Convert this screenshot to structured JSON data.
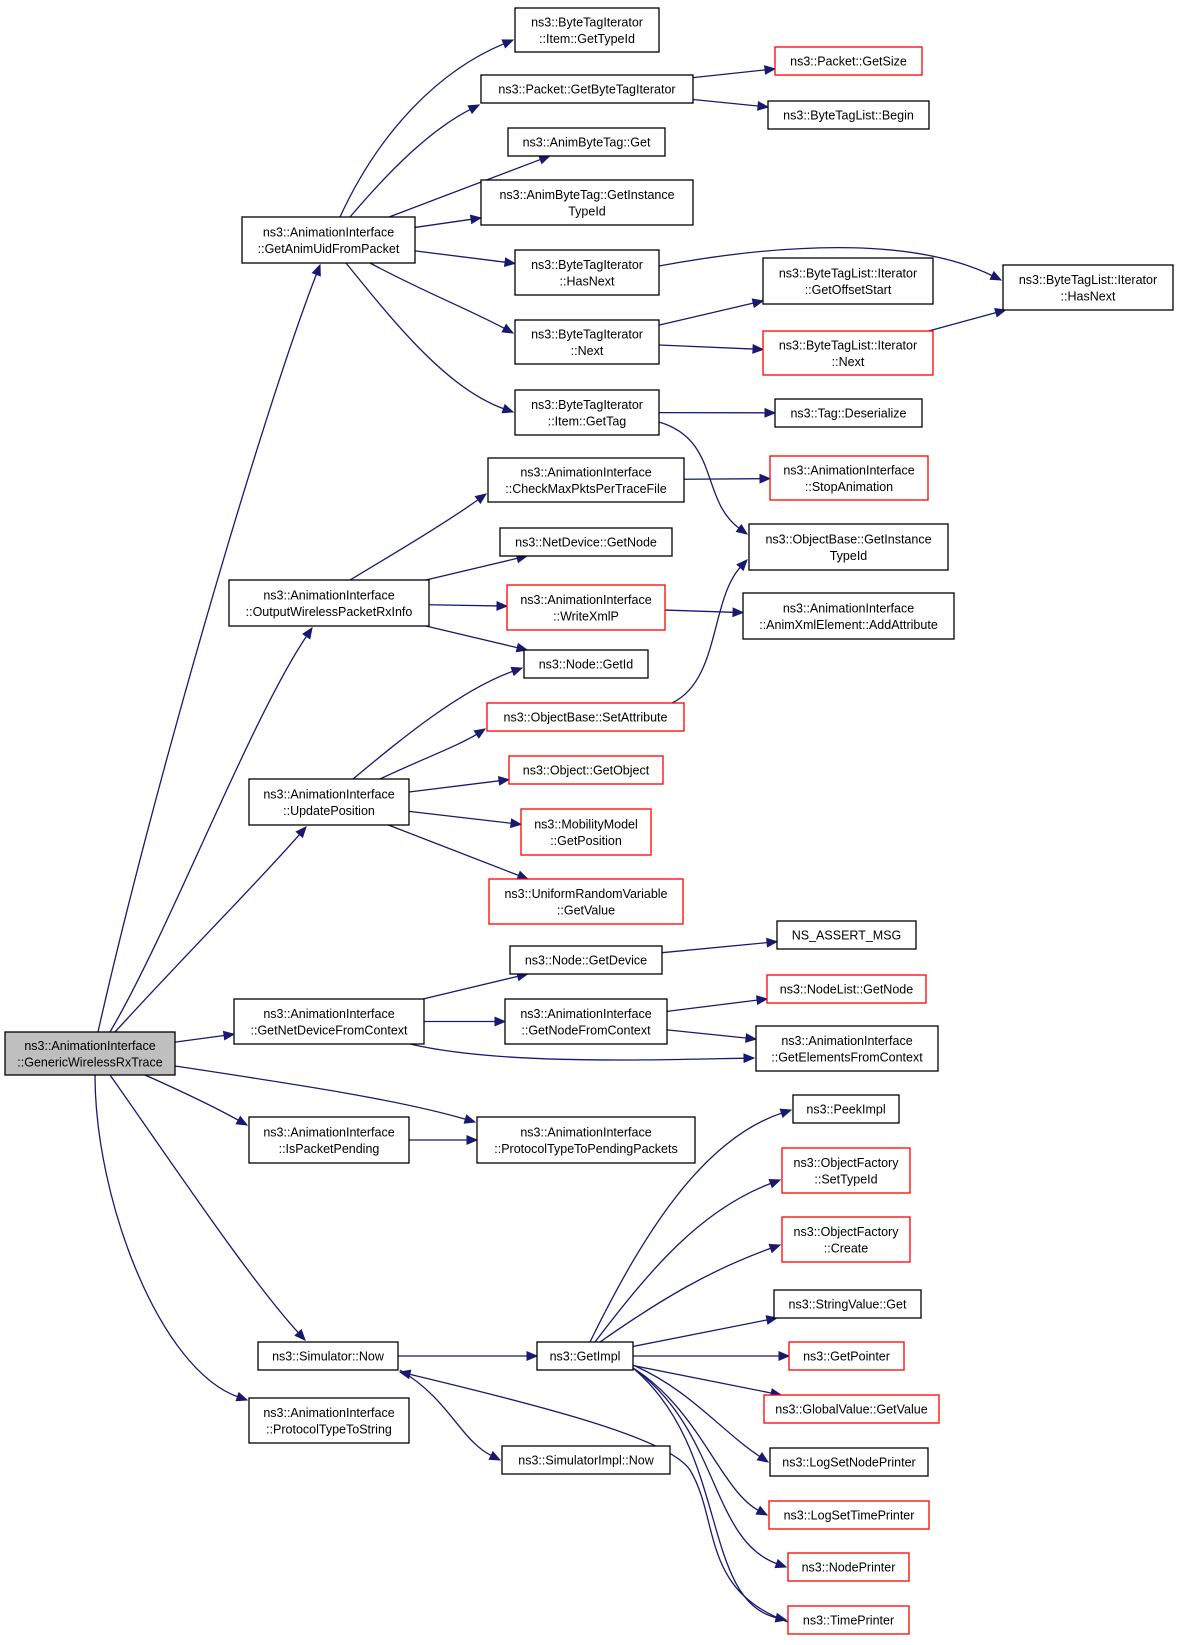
{
  "colors": {
    "edge": "#191970",
    "node_border": "#000000",
    "node_border_incomplete": "#ff0000",
    "root_fill": "#bfbfbf",
    "background": "#ffffff"
  },
  "nodes": {
    "root": {
      "lines": [
        "ns3::AnimationInterface",
        "::GenericWirelessRxTrace"
      ],
      "style": "gray"
    },
    "getAnimUid": {
      "lines": [
        "ns3::AnimationInterface",
        "::GetAnimUidFromPacket"
      ],
      "style": "black"
    },
    "btiItemTypeId": {
      "lines": [
        "ns3::ByteTagIterator",
        "::Item::GetTypeId"
      ],
      "style": "black"
    },
    "pktGetBTI": {
      "lines": [
        "ns3::Packet::GetByteTagIterator"
      ],
      "style": "black"
    },
    "pktGetSize": {
      "lines": [
        "ns3::Packet::GetSize"
      ],
      "style": "red"
    },
    "btlBegin": {
      "lines": [
        "ns3::ByteTagList::Begin"
      ],
      "style": "black"
    },
    "abtGet": {
      "lines": [
        "ns3::AnimByteTag::Get"
      ],
      "style": "black"
    },
    "abtInstTypeId": {
      "lines": [
        "ns3::AnimByteTag::GetInstance",
        "TypeId"
      ],
      "style": "black"
    },
    "btiHasNext": {
      "lines": [
        "ns3::ByteTagIterator",
        "::HasNext"
      ],
      "style": "black"
    },
    "btliHasNext": {
      "lines": [
        "ns3::ByteTagList::Iterator",
        "::HasNext"
      ],
      "style": "black"
    },
    "btliOffset": {
      "lines": [
        "ns3::ByteTagList::Iterator",
        "::GetOffsetStart"
      ],
      "style": "black"
    },
    "btiNext": {
      "lines": [
        "ns3::ByteTagIterator",
        "::Next"
      ],
      "style": "black"
    },
    "btliNext": {
      "lines": [
        "ns3::ByteTagList::Iterator",
        "::Next"
      ],
      "style": "red"
    },
    "btiItemGetTag": {
      "lines": [
        "ns3::ByteTagIterator",
        "::Item::GetTag"
      ],
      "style": "black"
    },
    "tagDeser": {
      "lines": [
        "ns3::Tag::Deserialize"
      ],
      "style": "black"
    },
    "checkMax": {
      "lines": [
        "ns3::AnimationInterface",
        "::CheckMaxPktsPerTraceFile"
      ],
      "style": "black"
    },
    "stopAnim": {
      "lines": [
        "ns3::AnimationInterface",
        "::StopAnimation"
      ],
      "style": "red"
    },
    "obInstTypeId": {
      "lines": [
        "ns3::ObjectBase::GetInstance",
        "TypeId"
      ],
      "style": "black"
    },
    "ndGetNode": {
      "lines": [
        "ns3::NetDevice::GetNode"
      ],
      "style": "black"
    },
    "outWireless": {
      "lines": [
        "ns3::AnimationInterface",
        "::OutputWirelessPacketRxInfo"
      ],
      "style": "black"
    },
    "writeXmlP": {
      "lines": [
        "ns3::AnimationInterface",
        "::WriteXmlP"
      ],
      "style": "red"
    },
    "addAttr": {
      "lines": [
        "ns3::AnimationInterface",
        "::AnimXmlElement::AddAttribute"
      ],
      "style": "black"
    },
    "nodeGetId": {
      "lines": [
        "ns3::Node::GetId"
      ],
      "style": "black"
    },
    "obSetAttr": {
      "lines": [
        "ns3::ObjectBase::SetAttribute"
      ],
      "style": "red"
    },
    "updatePos": {
      "lines": [
        "ns3::AnimationInterface",
        "::UpdatePosition"
      ],
      "style": "black"
    },
    "objGetObj": {
      "lines": [
        "ns3::Object::GetObject"
      ],
      "style": "red"
    },
    "mmGetPos": {
      "lines": [
        "ns3::MobilityModel",
        "::GetPosition"
      ],
      "style": "red"
    },
    "urvGetValue": {
      "lines": [
        "ns3::UniformRandomVariable",
        "::GetValue"
      ],
      "style": "red"
    },
    "nodeGetDevice": {
      "lines": [
        "ns3::Node::GetDevice"
      ],
      "style": "black"
    },
    "nsAssert": {
      "lines": [
        "NS_ASSERT_MSG"
      ],
      "style": "black"
    },
    "getNetDev": {
      "lines": [
        "ns3::AnimationInterface",
        "::GetNetDeviceFromContext"
      ],
      "style": "black"
    },
    "getNodeCtx": {
      "lines": [
        "ns3::AnimationInterface",
        "::GetNodeFromContext"
      ],
      "style": "black"
    },
    "nlGetNode": {
      "lines": [
        "ns3::NodeList::GetNode"
      ],
      "style": "red"
    },
    "getElemCtx": {
      "lines": [
        "ns3::AnimationInterface",
        "::GetElementsFromContext"
      ],
      "style": "black"
    },
    "isPending": {
      "lines": [
        "ns3::AnimationInterface",
        "::IsPacketPending"
      ],
      "style": "black"
    },
    "protoPending": {
      "lines": [
        "ns3::AnimationInterface",
        "::ProtocolTypeToPendingPackets"
      ],
      "style": "black"
    },
    "peekImpl": {
      "lines": [
        "ns3::PeekImpl"
      ],
      "style": "black"
    },
    "ofSetTypeId": {
      "lines": [
        "ns3::ObjectFactory",
        "::SetTypeId"
      ],
      "style": "red"
    },
    "ofCreate": {
      "lines": [
        "ns3::ObjectFactory",
        "::Create"
      ],
      "style": "red"
    },
    "svGet": {
      "lines": [
        "ns3::StringValue::Get"
      ],
      "style": "black"
    },
    "simNow": {
      "lines": [
        "ns3::Simulator::Now"
      ],
      "style": "black"
    },
    "getImpl": {
      "lines": [
        "ns3::GetImpl"
      ],
      "style": "black"
    },
    "getPointer": {
      "lines": [
        "ns3::GetPointer"
      ],
      "style": "red"
    },
    "gvGetValue": {
      "lines": [
        "ns3::GlobalValue::GetValue"
      ],
      "style": "red"
    },
    "protoToStr": {
      "lines": [
        "ns3::AnimationInterface",
        "::ProtocolTypeToString"
      ],
      "style": "black"
    },
    "simImplNow": {
      "lines": [
        "ns3::SimulatorImpl::Now"
      ],
      "style": "black"
    },
    "logSetNode": {
      "lines": [
        "ns3::LogSetNodePrinter"
      ],
      "style": "black"
    },
    "logSetTime": {
      "lines": [
        "ns3::LogSetTimePrinter"
      ],
      "style": "red"
    },
    "nodePrinter": {
      "lines": [
        "ns3::NodePrinter"
      ],
      "style": "red"
    },
    "timePrinter": {
      "lines": [
        "ns3::TimePrinter"
      ],
      "style": "red"
    }
  },
  "edges": [
    [
      "root",
      "getAnimUid"
    ],
    [
      "root",
      "outWireless"
    ],
    [
      "root",
      "updatePos"
    ],
    [
      "root",
      "getNetDev"
    ],
    [
      "root",
      "isPending"
    ],
    [
      "root",
      "protoPending"
    ],
    [
      "root",
      "simNow"
    ],
    [
      "root",
      "protoToStr"
    ],
    [
      "getAnimUid",
      "btiItemTypeId"
    ],
    [
      "getAnimUid",
      "pktGetBTI"
    ],
    [
      "getAnimUid",
      "abtGet"
    ],
    [
      "getAnimUid",
      "abtInstTypeId"
    ],
    [
      "getAnimUid",
      "btiHasNext"
    ],
    [
      "getAnimUid",
      "btiNext"
    ],
    [
      "getAnimUid",
      "btiItemGetTag"
    ],
    [
      "pktGetBTI",
      "pktGetSize"
    ],
    [
      "pktGetBTI",
      "btlBegin"
    ],
    [
      "btiHasNext",
      "btliHasNext"
    ],
    [
      "btiNext",
      "btliOffset"
    ],
    [
      "btiNext",
      "btliNext"
    ],
    [
      "btliNext",
      "btliHasNext"
    ],
    [
      "btiItemGetTag",
      "tagDeser"
    ],
    [
      "btiItemGetTag",
      "obInstTypeId"
    ],
    [
      "outWireless",
      "checkMax"
    ],
    [
      "outWireless",
      "ndGetNode"
    ],
    [
      "outWireless",
      "writeXmlP"
    ],
    [
      "outWireless",
      "nodeGetId"
    ],
    [
      "checkMax",
      "stopAnim"
    ],
    [
      "writeXmlP",
      "addAttr"
    ],
    [
      "obSetAttr",
      "obInstTypeId"
    ],
    [
      "updatePos",
      "nodeGetId"
    ],
    [
      "updatePos",
      "obSetAttr"
    ],
    [
      "updatePos",
      "objGetObj"
    ],
    [
      "updatePos",
      "mmGetPos"
    ],
    [
      "updatePos",
      "urvGetValue"
    ],
    [
      "getNetDev",
      "nodeGetDevice"
    ],
    [
      "getNetDev",
      "getNodeCtx"
    ],
    [
      "getNetDev",
      "getElemCtx"
    ],
    [
      "nodeGetDevice",
      "nsAssert"
    ],
    [
      "getNodeCtx",
      "nlGetNode"
    ],
    [
      "getNodeCtx",
      "getElemCtx"
    ],
    [
      "isPending",
      "protoPending"
    ],
    [
      "simNow",
      "getImpl"
    ],
    [
      "simNow",
      "simImplNow"
    ],
    [
      "getImpl",
      "peekImpl"
    ],
    [
      "getImpl",
      "ofSetTypeId"
    ],
    [
      "getImpl",
      "ofCreate"
    ],
    [
      "getImpl",
      "svGet"
    ],
    [
      "getImpl",
      "getPointer"
    ],
    [
      "getImpl",
      "gvGetValue"
    ],
    [
      "getImpl",
      "logSetNode"
    ],
    [
      "getImpl",
      "logSetTime"
    ],
    [
      "getImpl",
      "nodePrinter"
    ],
    [
      "getImpl",
      "timePrinter"
    ],
    [
      "timePrinter",
      "simNow"
    ]
  ]
}
